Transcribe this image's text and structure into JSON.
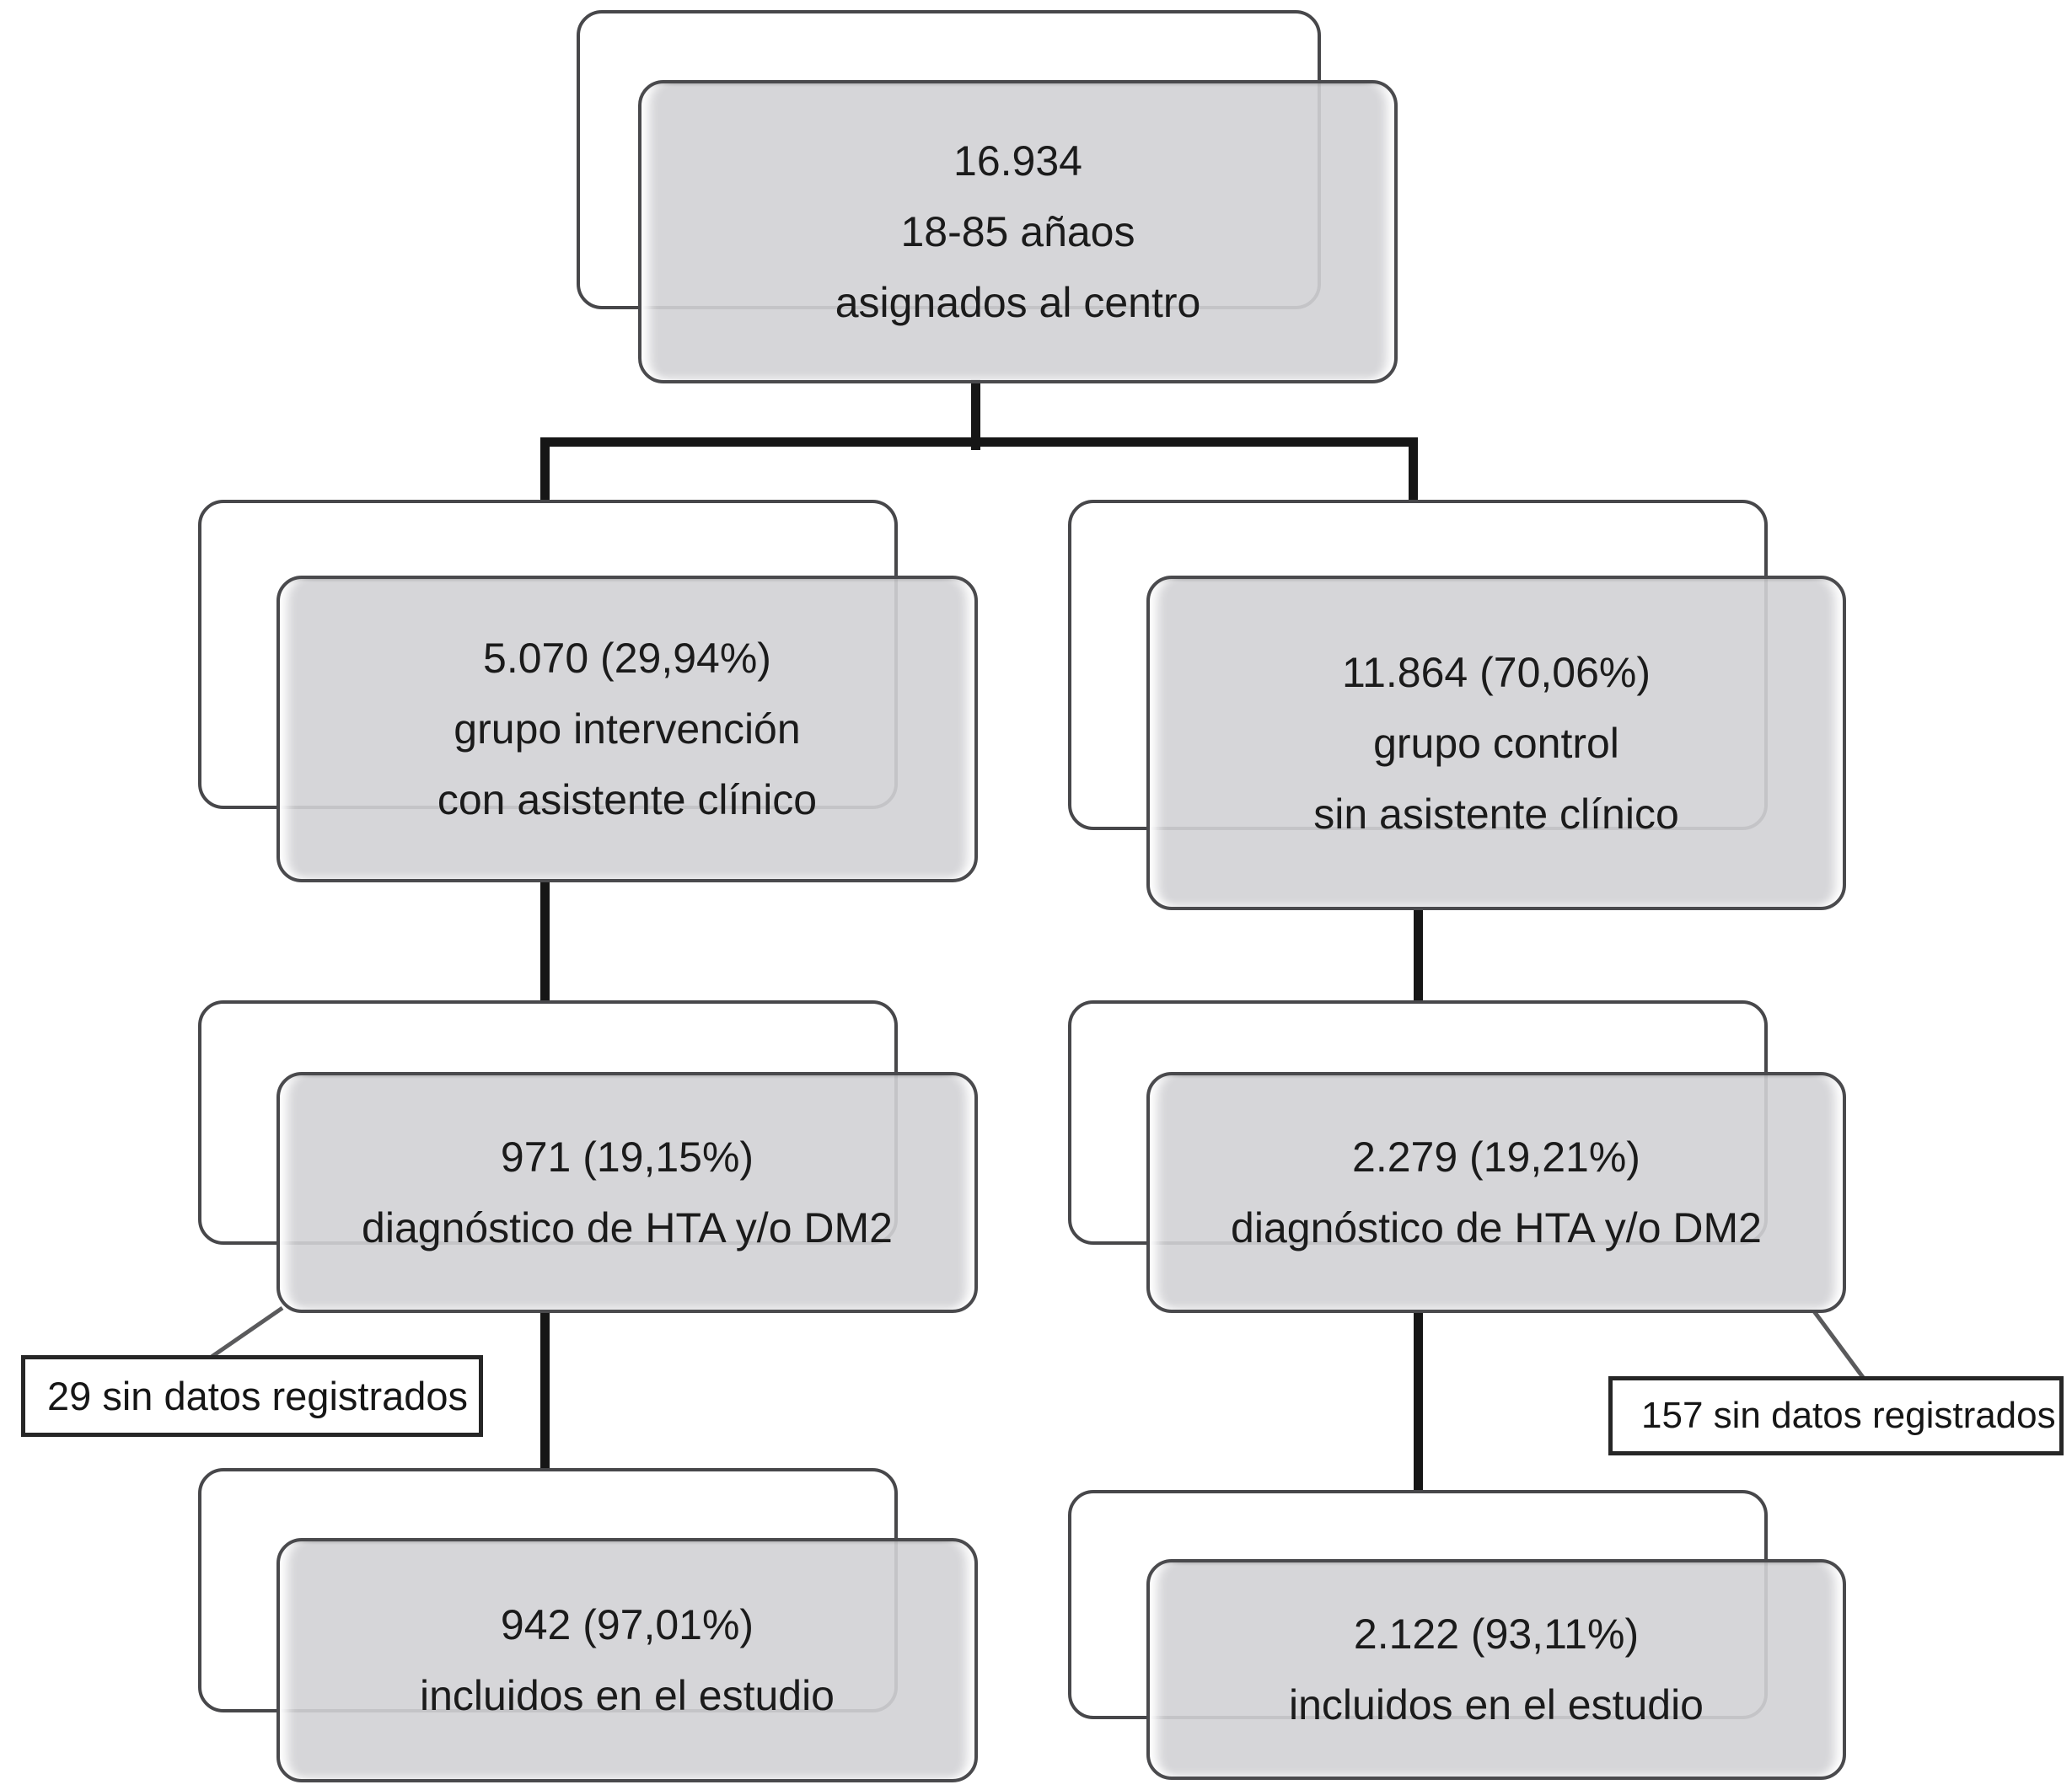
{
  "diagram_type": "flowchart",
  "language": "es",
  "nodes": {
    "total": {
      "lines": [
        "16.934",
        "18-85 añaos",
        "asignados al centro"
      ]
    },
    "intervention": {
      "lines": [
        "5.070 (29,94%)",
        "grupo intervención",
        "con asistente clínico"
      ]
    },
    "control": {
      "lines": [
        "11.864 (70,06%)",
        "grupo control",
        "sin asistente clínico"
      ]
    },
    "intervention_diagnosed": {
      "lines": [
        "971 (19,15%)",
        "diagnóstico de HTA y/o DM2"
      ]
    },
    "control_diagnosed": {
      "lines": [
        "2.279 (19,21%)",
        "diagnóstico de HTA y/o DM2"
      ]
    },
    "intervention_excluded": {
      "label": "29 sin datos registrados"
    },
    "control_excluded": {
      "label": "157 sin datos registrados"
    },
    "intervention_included": {
      "lines": [
        "942 (97,01%)",
        "incluidos en el estudio"
      ]
    },
    "control_included": {
      "lines": [
        "2.122 (93,11%)",
        "incluidos en el estudio"
      ]
    }
  },
  "colors": {
    "background": "#ffffff",
    "box_fill": "#d2d2d5",
    "box_border": "#4a4a4d",
    "back_box_fill": "#ffffff",
    "back_box_border": "#47474a",
    "side_box_border": "#262626",
    "connector": "#161616",
    "diagonal_connector": "#5a5a5c",
    "text": "#1b1b1b"
  }
}
